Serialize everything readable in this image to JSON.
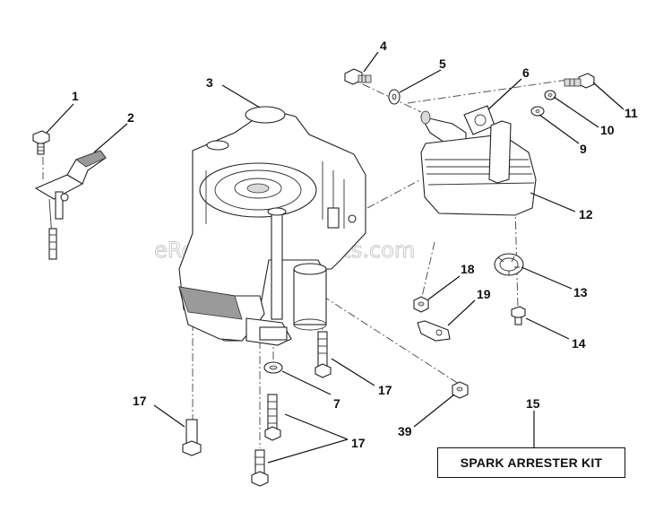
{
  "watermark": "eReplacementParts.com",
  "kit_label": "SPARK ARRESTER KIT",
  "callouts": {
    "c1": "1",
    "c2": "2",
    "c3": "3",
    "c4": "4",
    "c5": "5",
    "c6": "6",
    "c7": "7",
    "c9": "9",
    "c10": "10",
    "c11": "11",
    "c12": "12",
    "c13": "13",
    "c14": "14",
    "c15": "15",
    "c17a": "17",
    "c17b": "17",
    "c17c": "17",
    "c18": "18",
    "c19": "19",
    "c39": "39"
  }
}
